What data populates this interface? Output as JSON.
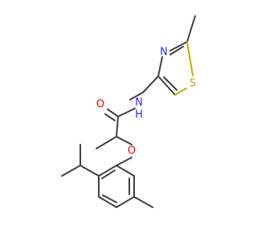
{
  "molecule": {
    "atoms": {
      "O_carbonyl": {
        "label": "O",
        "color": "#ff0000"
      },
      "N_amide": {
        "label": "N",
        "color": "#2c2cff"
      },
      "H_amide": {
        "label": "H",
        "color": "#2c2cff"
      },
      "N_ring": {
        "label": "N",
        "color": "#2c2cff"
      },
      "S_ring": {
        "label": "S",
        "color": "#c8a800"
      },
      "O_ether": {
        "label": "O",
        "color": "#ff0000"
      }
    },
    "bond_color": "#404040"
  }
}
